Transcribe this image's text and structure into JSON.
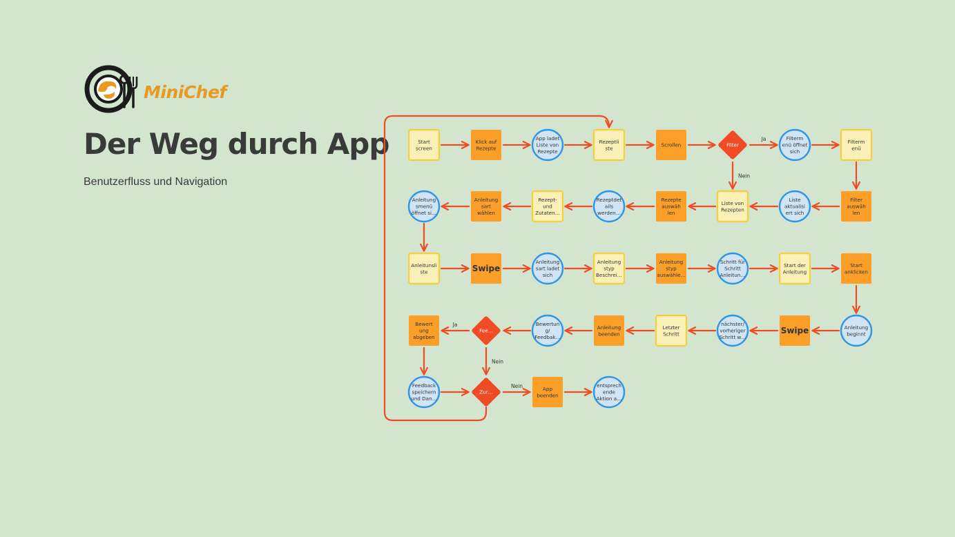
{
  "brand": {
    "name": "MiniChef",
    "logo_icon": "chef-spoon-fork-icon",
    "colors": {
      "dark": "#1b1b1b",
      "accent": "#e79a22",
      "background": "#d3e4cf"
    }
  },
  "header": {
    "title": "Der Weg durch App",
    "subtitle": "Benutzerfluss und Navigation"
  },
  "diagram": {
    "colors": {
      "rect_fill": "#fbf0b8",
      "rect_stroke": "#f3cf3d",
      "process_fill": "#fb9f28",
      "circle_fill": "#cfe4f4",
      "circle_stroke": "#2f95e7",
      "decision_fill": "#f04b24",
      "arrow": "#ef4c22"
    },
    "nodes": [
      {
        "id": "n1",
        "shape": "rect",
        "lines": [
          "Start",
          "screen"
        ]
      },
      {
        "id": "n2",
        "shape": "process",
        "lines": [
          "Klick auf",
          "Rezepte"
        ]
      },
      {
        "id": "n3",
        "shape": "circle",
        "lines": [
          "App ladet",
          "Liste von",
          "Rezepte"
        ]
      },
      {
        "id": "n4",
        "shape": "rect",
        "lines": [
          "Rezeptli",
          "ste"
        ]
      },
      {
        "id": "n5",
        "shape": "process",
        "lines": [
          "Scrollen"
        ]
      },
      {
        "id": "n6",
        "shape": "decision",
        "lines": [
          "Filter"
        ]
      },
      {
        "id": "n7",
        "shape": "circle",
        "lines": [
          "Filterm",
          "enü öffnet",
          "sich"
        ]
      },
      {
        "id": "n8",
        "shape": "rect",
        "lines": [
          "Filterm",
          "enü"
        ]
      },
      {
        "id": "n9",
        "shape": "process",
        "lines": [
          "Filter",
          "auswäh",
          "len"
        ]
      },
      {
        "id": "n10",
        "shape": "circle",
        "lines": [
          "Liste",
          "aktualisi",
          "ert sich"
        ]
      },
      {
        "id": "n11",
        "shape": "rect",
        "lines": [
          "Liste von",
          "Rezepten"
        ]
      },
      {
        "id": "n12",
        "shape": "process",
        "lines": [
          "Rezepte",
          "auswäh",
          "len"
        ]
      },
      {
        "id": "n13",
        "shape": "circle",
        "lines": [
          "Rezeptdet",
          "ails",
          "werden…"
        ]
      },
      {
        "id": "n14",
        "shape": "rect",
        "lines": [
          "Rezept-",
          "und",
          "Zutaten…"
        ]
      },
      {
        "id": "n15",
        "shape": "process",
        "lines": [
          "Anleitung",
          "sart",
          "wählen"
        ]
      },
      {
        "id": "n16",
        "shape": "circle",
        "lines": [
          "Anleitung",
          "smenü",
          "öffnet si…"
        ]
      },
      {
        "id": "n17",
        "shape": "rect",
        "lines": [
          "Anleitunsli",
          "ste"
        ]
      },
      {
        "id": "n18",
        "shape": "process",
        "big": true,
        "lines": [
          "Swipe"
        ]
      },
      {
        "id": "n19",
        "shape": "circle",
        "lines": [
          "Anleitung",
          "sart ladet",
          "sich"
        ]
      },
      {
        "id": "n20",
        "shape": "rect",
        "lines": [
          "Anleitung",
          "styp",
          "Beschrei…"
        ]
      },
      {
        "id": "n21",
        "shape": "process",
        "lines": [
          "Anleitung",
          "styp",
          "auswähle…"
        ]
      },
      {
        "id": "n22",
        "shape": "circle",
        "lines": [
          "Schritt für",
          "Schritt",
          "Anleitun…"
        ]
      },
      {
        "id": "n23",
        "shape": "rect",
        "lines": [
          "Start der",
          "Anleitung"
        ]
      },
      {
        "id": "n24",
        "shape": "process",
        "lines": [
          "Start",
          "anklicken"
        ]
      },
      {
        "id": "n25",
        "shape": "circle",
        "lines": [
          "Anleitung",
          "beginnt"
        ]
      },
      {
        "id": "n26",
        "shape": "process",
        "big": true,
        "lines": [
          "Swipe"
        ]
      },
      {
        "id": "n27",
        "shape": "circle",
        "lines": [
          "nächster/",
          "vorheriger",
          "Schritt w…"
        ]
      },
      {
        "id": "n28",
        "shape": "rect",
        "lines": [
          "Letzter",
          "Schritt"
        ]
      },
      {
        "id": "n29",
        "shape": "process",
        "lines": [
          "Anleitung",
          "beenden"
        ]
      },
      {
        "id": "n30",
        "shape": "circle",
        "lines": [
          "Bewertun",
          "g/",
          "Feedbak…"
        ]
      },
      {
        "id": "n31",
        "shape": "decision",
        "lines": [
          "Fee…"
        ]
      },
      {
        "id": "n32",
        "shape": "process",
        "lines": [
          "Bewert",
          "ung",
          "abgeben"
        ]
      },
      {
        "id": "n33",
        "shape": "circle",
        "lines": [
          "Feedback",
          "speichern",
          "und Dan…"
        ]
      },
      {
        "id": "n34",
        "shape": "decision",
        "lines": [
          "Zur…"
        ]
      },
      {
        "id": "n35",
        "shape": "process",
        "lines": [
          "App",
          "beenden"
        ]
      },
      {
        "id": "n36",
        "shape": "circle",
        "lines": [
          "entsprech",
          "ende",
          "Aktion a…"
        ]
      }
    ],
    "edges": [
      {
        "from": "n1",
        "to": "n2"
      },
      {
        "from": "n2",
        "to": "n3"
      },
      {
        "from": "n3",
        "to": "n4"
      },
      {
        "from": "n4",
        "to": "n5"
      },
      {
        "from": "n5",
        "to": "n6"
      },
      {
        "from": "n6",
        "to": "n7",
        "label": "Ja"
      },
      {
        "from": "n7",
        "to": "n8"
      },
      {
        "from": "n8",
        "to": "n9"
      },
      {
        "from": "n6",
        "to": "n11",
        "label": "Nein"
      },
      {
        "from": "n9",
        "to": "n10"
      },
      {
        "from": "n10",
        "to": "n11"
      },
      {
        "from": "n11",
        "to": "n12"
      },
      {
        "from": "n12",
        "to": "n13"
      },
      {
        "from": "n13",
        "to": "n14"
      },
      {
        "from": "n14",
        "to": "n15"
      },
      {
        "from": "n15",
        "to": "n16"
      },
      {
        "from": "n16",
        "to": "n17"
      },
      {
        "from": "n17",
        "to": "n18"
      },
      {
        "from": "n18",
        "to": "n19"
      },
      {
        "from": "n19",
        "to": "n20"
      },
      {
        "from": "n20",
        "to": "n21"
      },
      {
        "from": "n21",
        "to": "n22"
      },
      {
        "from": "n22",
        "to": "n23"
      },
      {
        "from": "n23",
        "to": "n24"
      },
      {
        "from": "n24",
        "to": "n25"
      },
      {
        "from": "n25",
        "to": "n26"
      },
      {
        "from": "n26",
        "to": "n27"
      },
      {
        "from": "n27",
        "to": "n28"
      },
      {
        "from": "n28",
        "to": "n29"
      },
      {
        "from": "n29",
        "to": "n30"
      },
      {
        "from": "n30",
        "to": "n31"
      },
      {
        "from": "n31",
        "to": "n32",
        "label": "Ja"
      },
      {
        "from": "n31",
        "to": "n34",
        "label": "Nein"
      },
      {
        "from": "n32",
        "to": "n33"
      },
      {
        "from": "n33",
        "to": "n34"
      },
      {
        "from": "n34",
        "to": "n35",
        "label": "Nein"
      },
      {
        "from": "n35",
        "to": "n36"
      },
      {
        "from": "n34",
        "to": "n4",
        "route": "loop"
      }
    ]
  }
}
